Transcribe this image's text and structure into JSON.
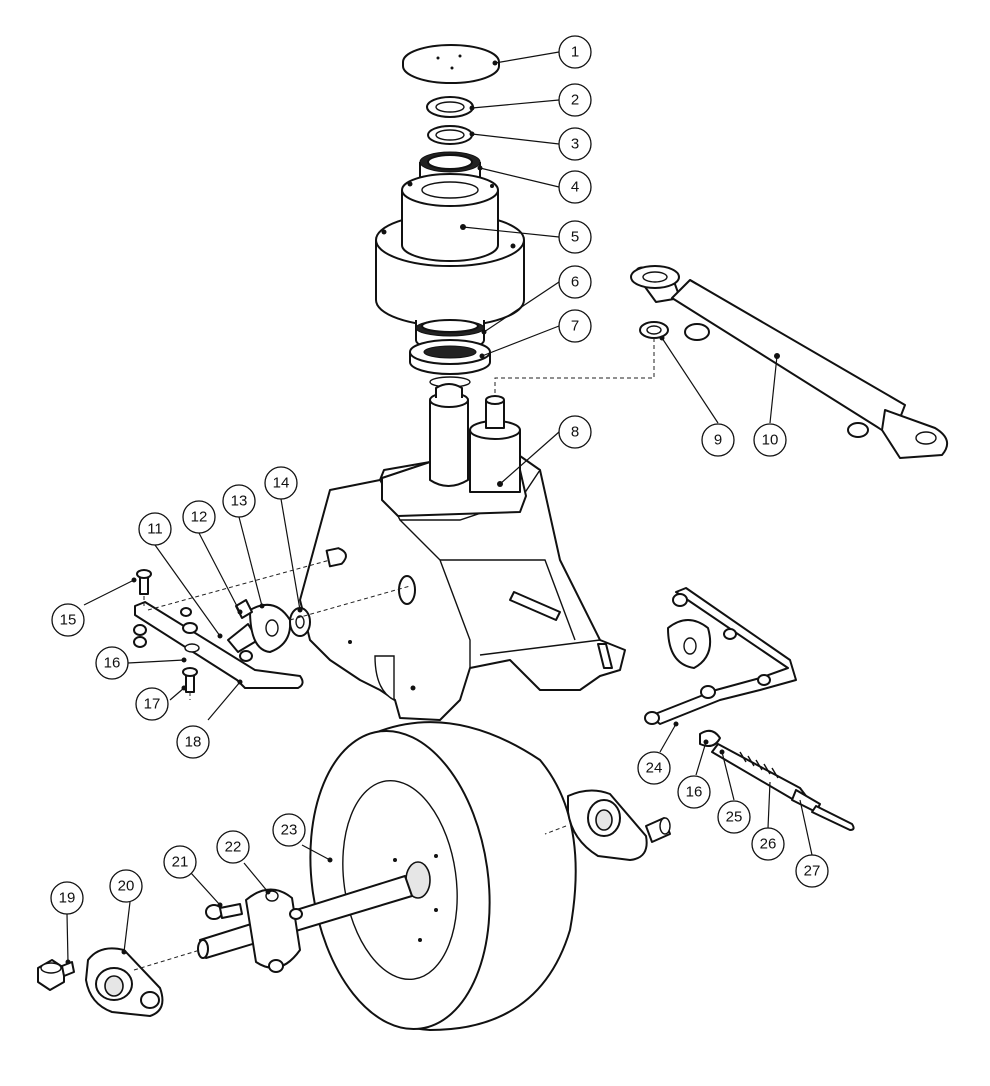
{
  "callouts": [
    {
      "id": "c1",
      "label": "1"
    },
    {
      "id": "c2",
      "label": "2"
    },
    {
      "id": "c3",
      "label": "3"
    },
    {
      "id": "c4",
      "label": "4"
    },
    {
      "id": "c5",
      "label": "5"
    },
    {
      "id": "c6",
      "label": "6"
    },
    {
      "id": "c7",
      "label": "7"
    },
    {
      "id": "c8",
      "label": "8"
    },
    {
      "id": "c9",
      "label": "9"
    },
    {
      "id": "c10",
      "label": "10"
    },
    {
      "id": "c11",
      "label": "11"
    },
    {
      "id": "c12",
      "label": "12"
    },
    {
      "id": "c13",
      "label": "13"
    },
    {
      "id": "c14",
      "label": "14"
    },
    {
      "id": "c15",
      "label": "15"
    },
    {
      "id": "c16a",
      "label": "16"
    },
    {
      "id": "c16b",
      "label": "16"
    },
    {
      "id": "c17",
      "label": "17"
    },
    {
      "id": "c18",
      "label": "18"
    },
    {
      "id": "c19",
      "label": "19"
    },
    {
      "id": "c20",
      "label": "20"
    },
    {
      "id": "c21",
      "label": "21"
    },
    {
      "id": "c22",
      "label": "22"
    },
    {
      "id": "c23",
      "label": "23"
    },
    {
      "id": "c24",
      "label": "24"
    },
    {
      "id": "c25",
      "label": "25"
    },
    {
      "id": "c26",
      "label": "26"
    },
    {
      "id": "c27",
      "label": "27"
    }
  ]
}
